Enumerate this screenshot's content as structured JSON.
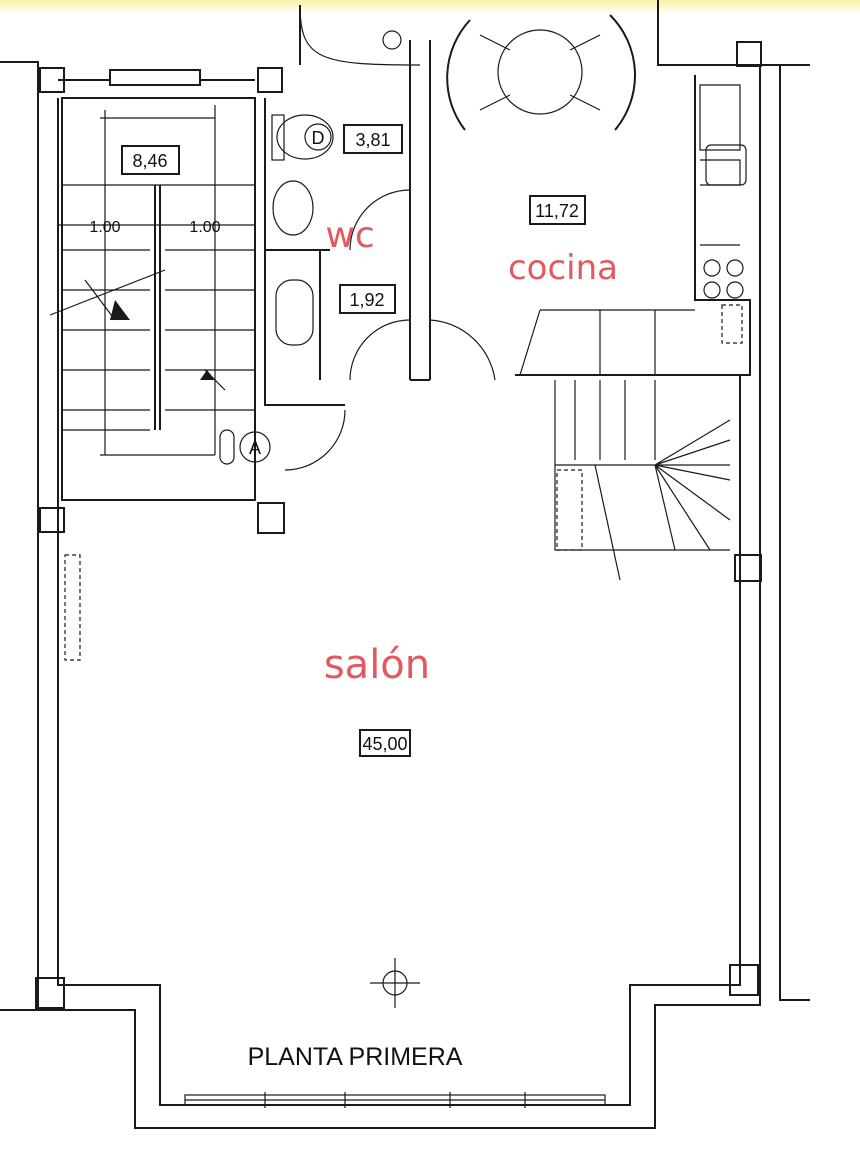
{
  "title": "PLANTA PRIMERA",
  "rooms": {
    "stairs_area": "8,46",
    "stair_width_left": "1.00",
    "stair_width_right": "1.00",
    "wc_label": "wc",
    "bath_area": "3,81",
    "shower_letter": "D",
    "wc_area": "1,92",
    "kitchen_label": "cocina",
    "kitchen_area": "11,72",
    "lift_letter": "A",
    "living_label": "salón",
    "living_area": "45,00"
  },
  "colors": {
    "label_red": "#e05a5f",
    "highlight": "#f6f1a4"
  }
}
